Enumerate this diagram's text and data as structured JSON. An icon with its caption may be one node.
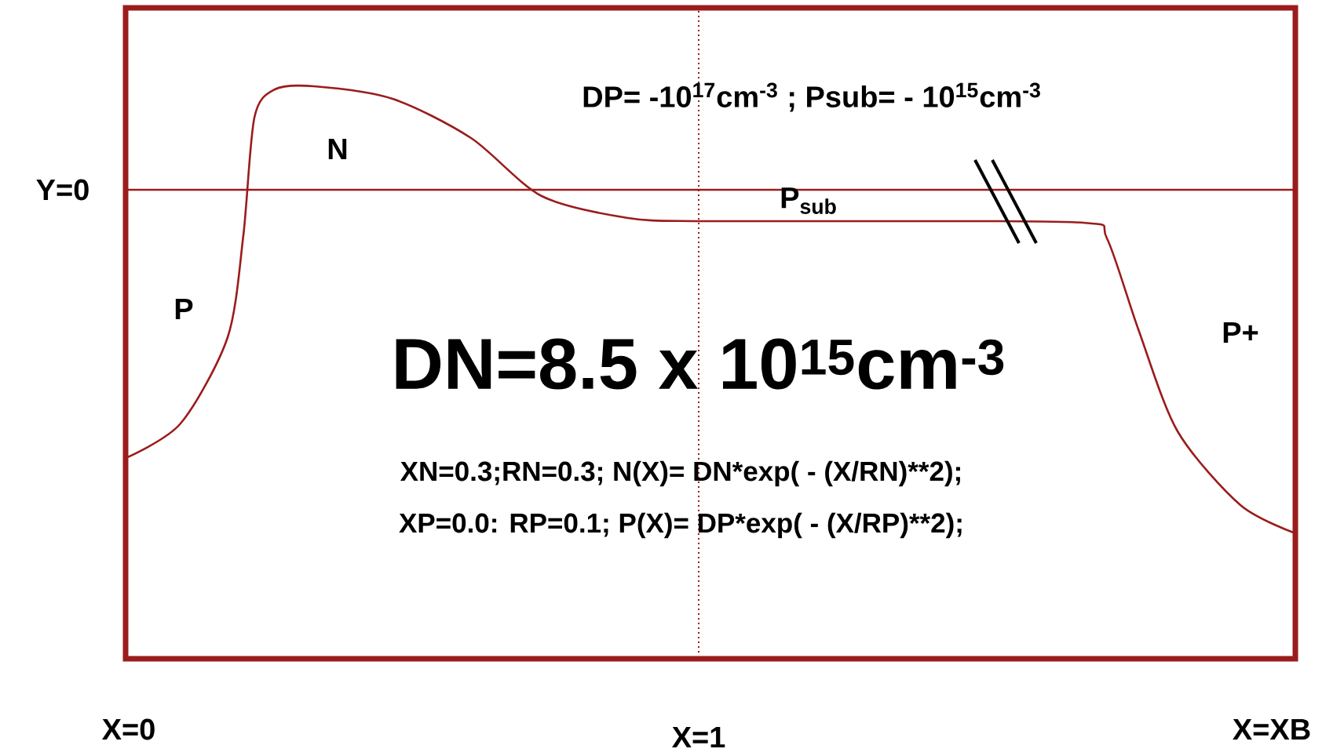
{
  "diagram": {
    "labels": [
      "DP= -10$^{17}$cm$^{-3}$ ;  Psub=  - 10$^{15}$cm$^{-3}$",
      "N",
      "Y=0",
      "P$_{sub}$",
      "P",
      "DN=8.5 x 10$^{15}$cm$^{-3}$",
      "P+",
      "XN=0.3;RN=0.3;  N(X)= DN*exp( - (X/RN)**2);",
      "XP=0.0: RP=0.1;   P(X)= DP*exp( - (X/RP)**2);",
      "X=0",
      "X=1",
      "X=XB"
    ]
  }
}
